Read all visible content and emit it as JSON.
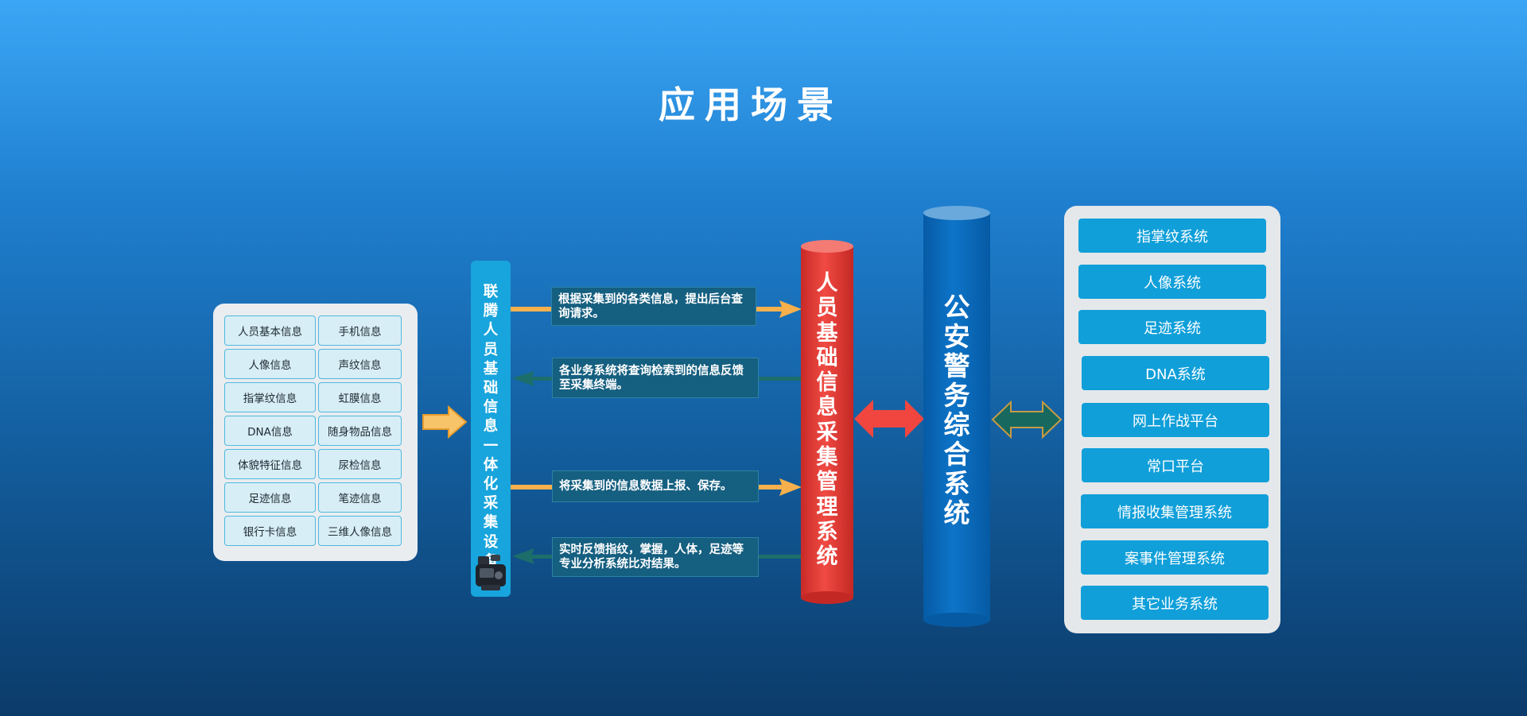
{
  "title": "应用场景",
  "info_items": [
    [
      "人员基本信息",
      "手机信息"
    ],
    [
      "人像信息",
      "声纹信息"
    ],
    [
      "指掌纹信息",
      "虹膜信息"
    ],
    [
      "DNA信息",
      "随身物品信息"
    ],
    [
      "体貌特征信息",
      "尿检信息"
    ],
    [
      "足迹信息",
      "笔迹信息"
    ],
    [
      "银行卡信息",
      "三维人像信息"
    ]
  ],
  "device_label": "联腾人员基础信息一体化采集设备",
  "messages": [
    "根据采集到的各类信息，提出后台查询请求。",
    "各业务系统将查询检索到的信息反馈至采集终端。",
    "将采集到的信息数据上报、保存。",
    "实时反馈指纹，掌握，人体，足迹等专业分析系统比对结果。"
  ],
  "collection_system": "人员基础信息采集管理系统",
  "police_system": "公安警务综合系统",
  "systems": [
    "指掌纹系统",
    "人像系统",
    "足迹系统",
    "DNA系统",
    "网上作战平台",
    "常口平台",
    "情报收集管理系统",
    "案事件管理系统",
    "其它业务系统"
  ],
  "colors": {
    "background_top": "#3ba6f5",
    "background_bottom": "#0b3b6a",
    "device_bar": "#18a4dc",
    "message_box": "#155f80",
    "collection_cylinder": "#e23a35",
    "police_cylinder": "#0b6cc0",
    "system_item": "#109fd9",
    "arrow_orange": "#f7b04c",
    "arrow_red": "#f0463f",
    "arrow_teal": "#1c6e6a"
  }
}
